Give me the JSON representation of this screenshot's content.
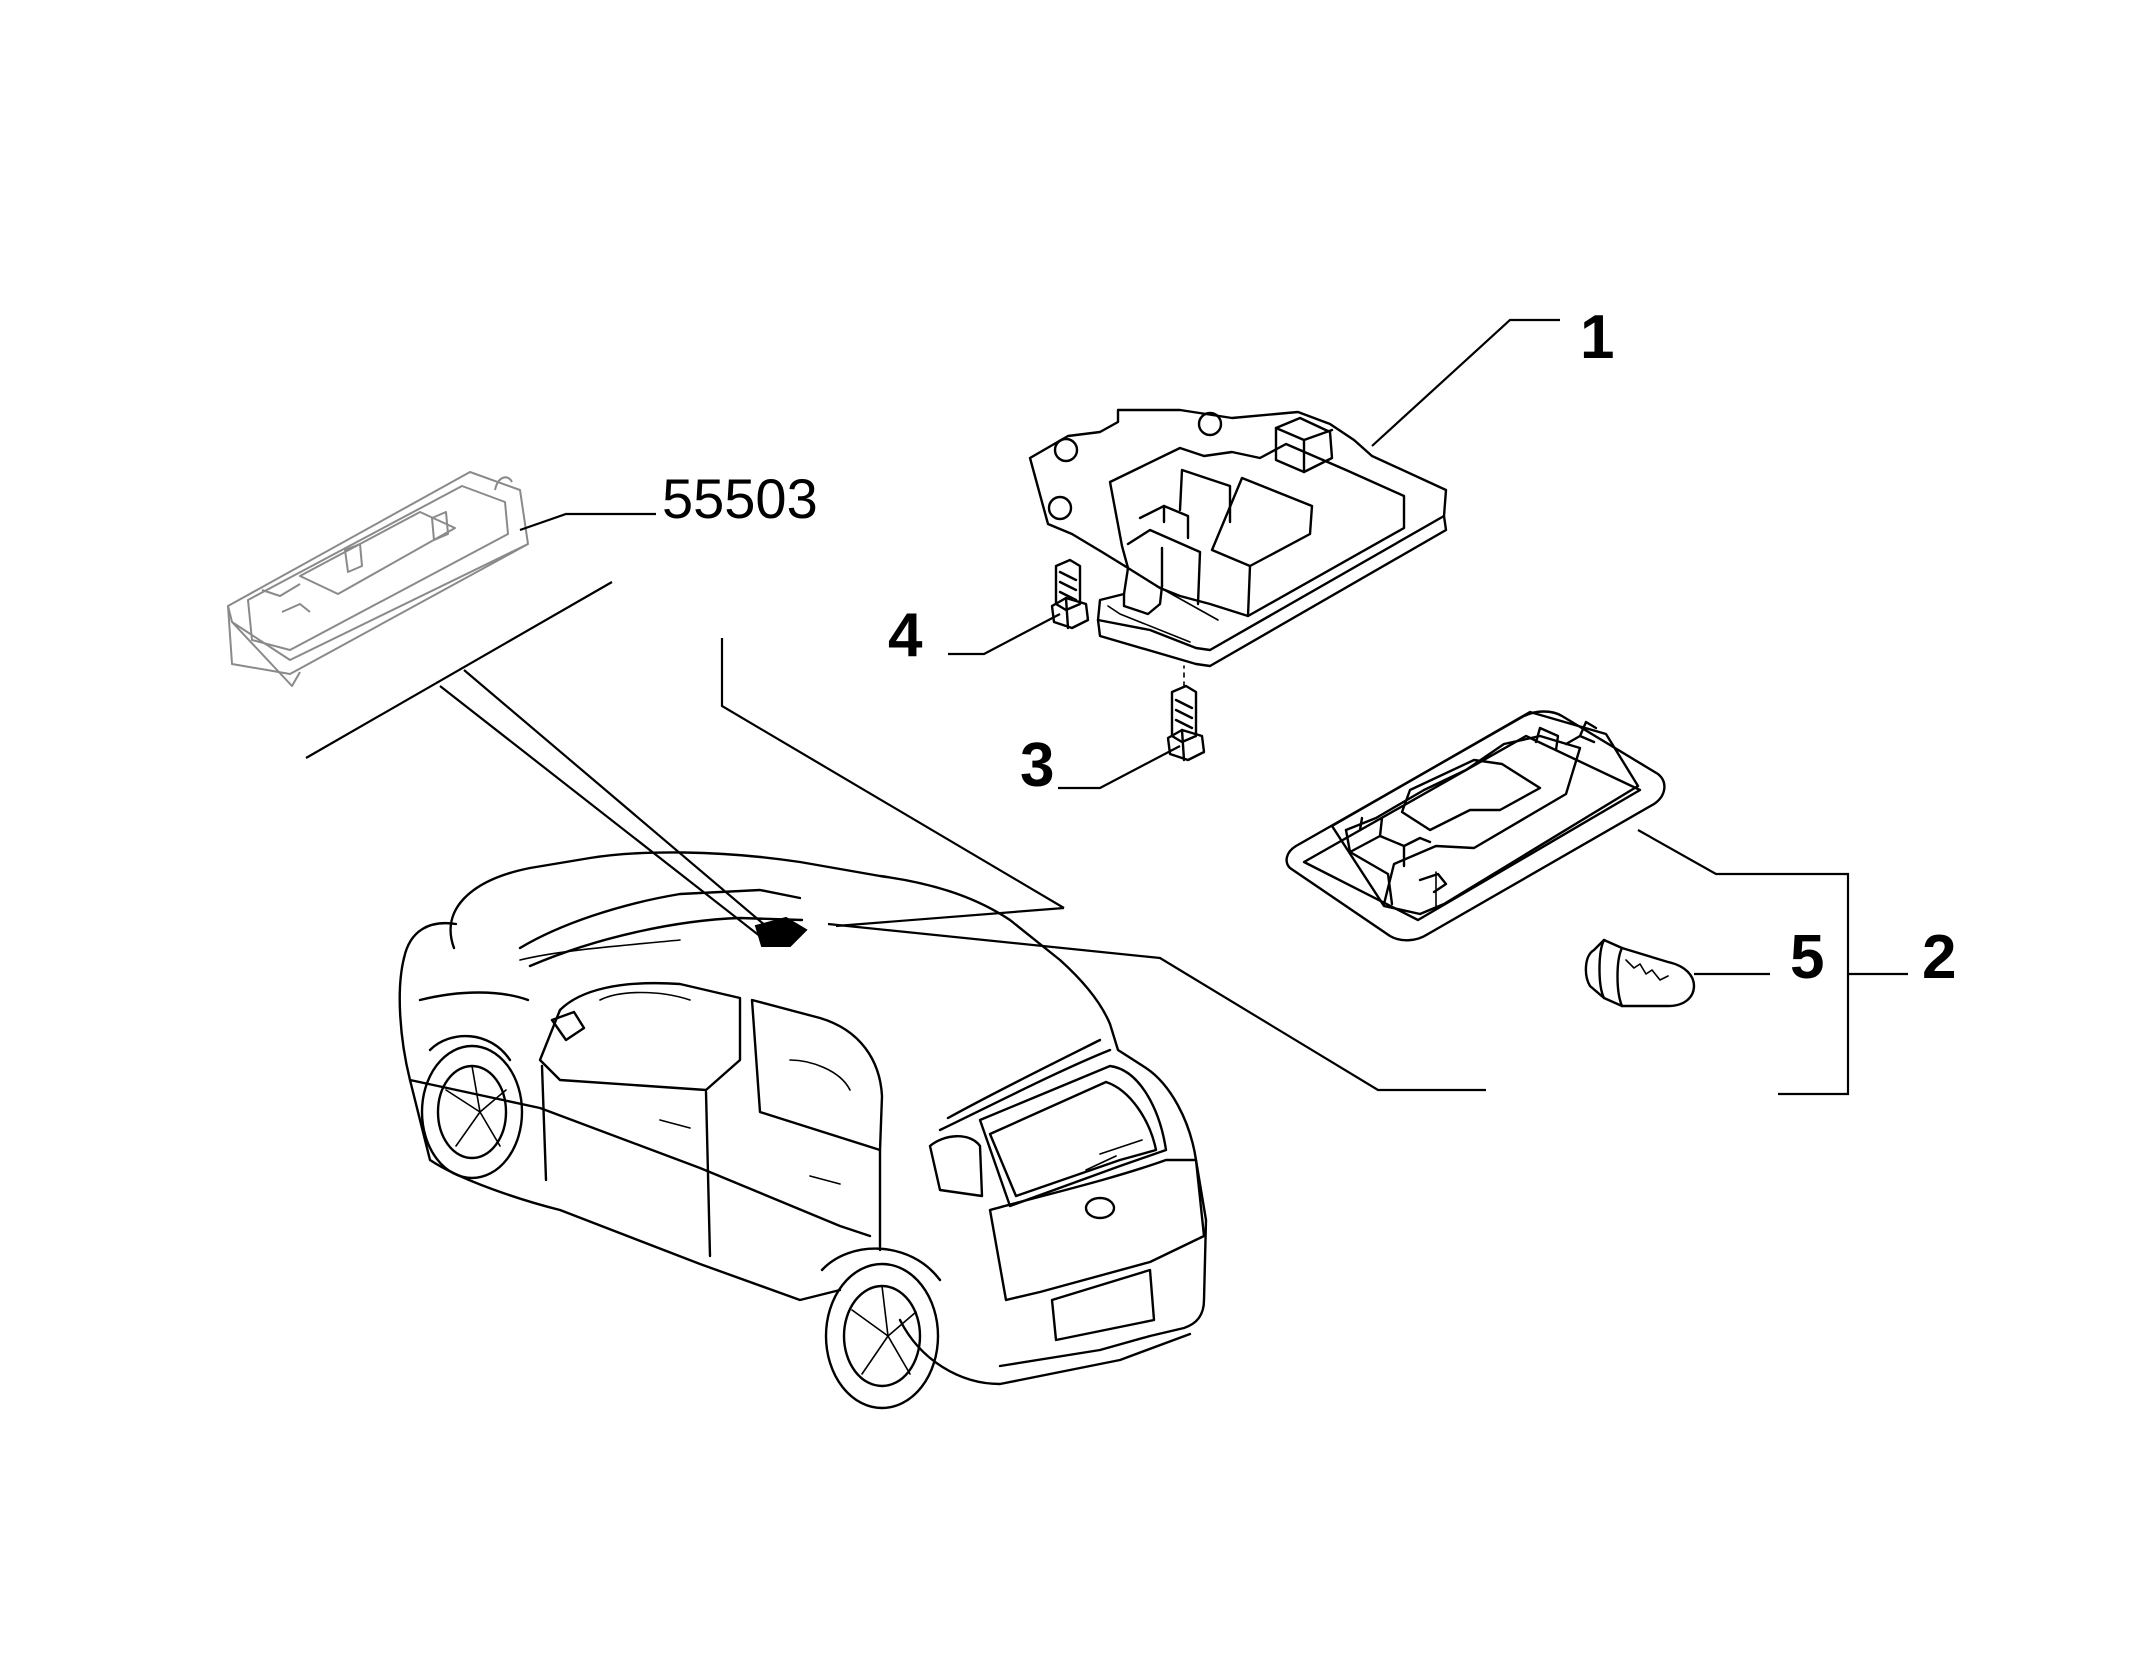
{
  "callouts": {
    "c1": "1",
    "c2": "2",
    "c3": "3",
    "c4": "4",
    "c5": "5",
    "ref": "55503"
  }
}
